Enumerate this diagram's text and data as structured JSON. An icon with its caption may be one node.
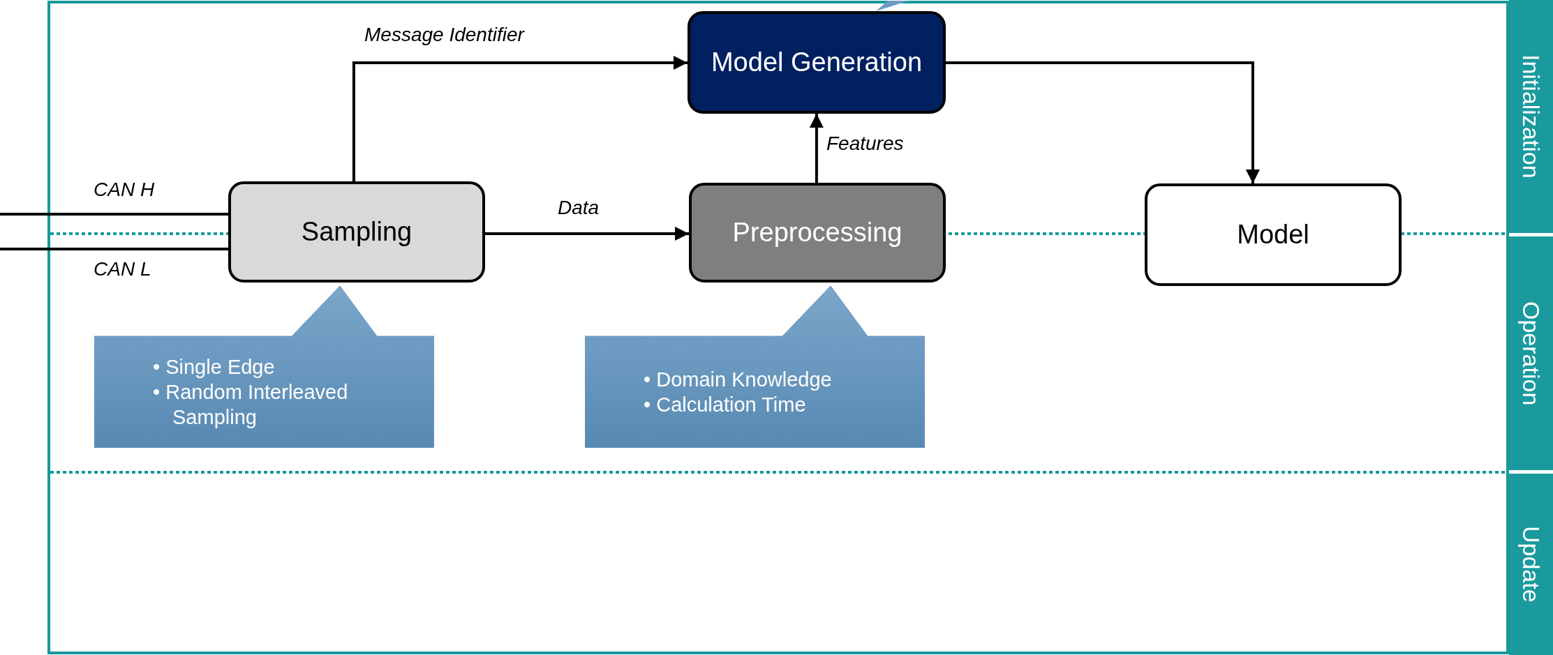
{
  "diagram": {
    "nodes": [
      {
        "text": [
          "Model Generation"
        ]
      },
      {
        "text": [
          "Sampling"
        ]
      },
      {
        "text": [
          "Preprocessing"
        ]
      },
      {
        "text": [
          "Model"
        ]
      },
      {
        "text": [
          "• Single Edge",
          "• Random Interleaved Sampling"
        ]
      },
      {
        "text": [
          "• Domain Knowledge",
          "• Calculation Time"
        ]
      },
      {
        "text": [
          "Initialization"
        ]
      },
      {
        "text": [
          "Operation"
        ]
      },
      {
        "text": [
          "Update"
        ]
      }
    ],
    "edges": [
      {
        "from": null,
        "to": 1,
        "arrow": "none",
        "label": "CAN H"
      },
      {
        "from": null,
        "to": 1,
        "arrow": "none",
        "label": "CAN L"
      },
      {
        "from": 1,
        "to": 0,
        "arrow": "to",
        "label": "Message Identifier"
      },
      {
        "from": 1,
        "to": 2,
        "arrow": "to",
        "label": "Data"
      },
      {
        "from": 2,
        "to": 0,
        "arrow": "to",
        "label": "Features"
      },
      {
        "from": 0,
        "to": 3,
        "arrow": "to"
      }
    ]
  }
}
